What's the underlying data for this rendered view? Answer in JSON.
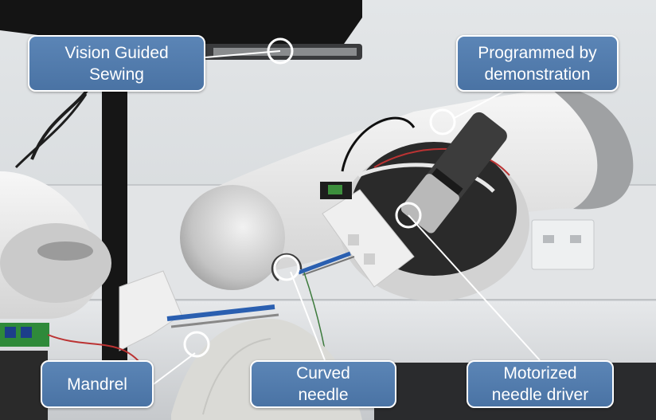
{
  "annotations": [
    {
      "id": "vision",
      "lines": [
        "Vision Guided",
        "Sewing"
      ]
    },
    {
      "id": "programmed",
      "lines": [
        "Programmed by",
        "demonstration"
      ]
    },
    {
      "id": "mandrel",
      "lines": [
        "Mandrel"
      ]
    },
    {
      "id": "needle",
      "lines": [
        "Curved",
        "needle"
      ]
    },
    {
      "id": "driver",
      "lines": [
        "Motorized",
        "needle driver"
      ]
    }
  ],
  "colors": {
    "callout_fill": "#4f79aa",
    "callout_border": "#ffffff",
    "callout_text": "#ffffff",
    "marker": "#ffffff"
  }
}
